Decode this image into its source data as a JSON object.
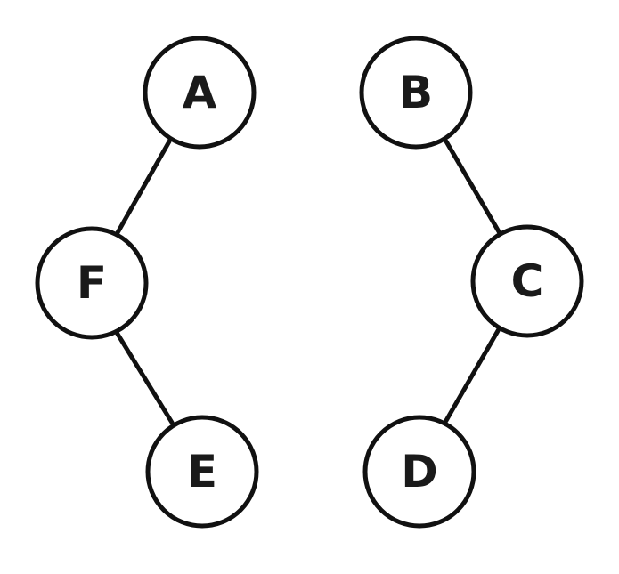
{
  "diagram": {
    "nodes": {
      "A": "A",
      "B": "B",
      "C": "C",
      "D": "D",
      "E": "E",
      "F": "F"
    },
    "edges": [
      [
        "A",
        "F"
      ],
      [
        "F",
        "E"
      ],
      [
        "B",
        "C"
      ],
      [
        "C",
        "D"
      ]
    ]
  }
}
